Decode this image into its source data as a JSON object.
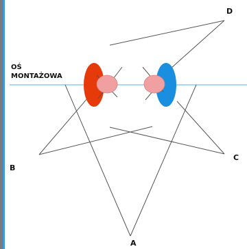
{
  "axis": {
    "label_line1": "OŚ",
    "label_line2": "MONTAŻOWA",
    "color": "#87ceeb"
  },
  "points": {
    "A": "A",
    "B": "B",
    "C": "C",
    "D": "D"
  },
  "colors": {
    "left_lens": "#e63a0a",
    "right_lens": "#1a8fe0",
    "bead": "#f0a0a0",
    "lines": "#555555"
  }
}
